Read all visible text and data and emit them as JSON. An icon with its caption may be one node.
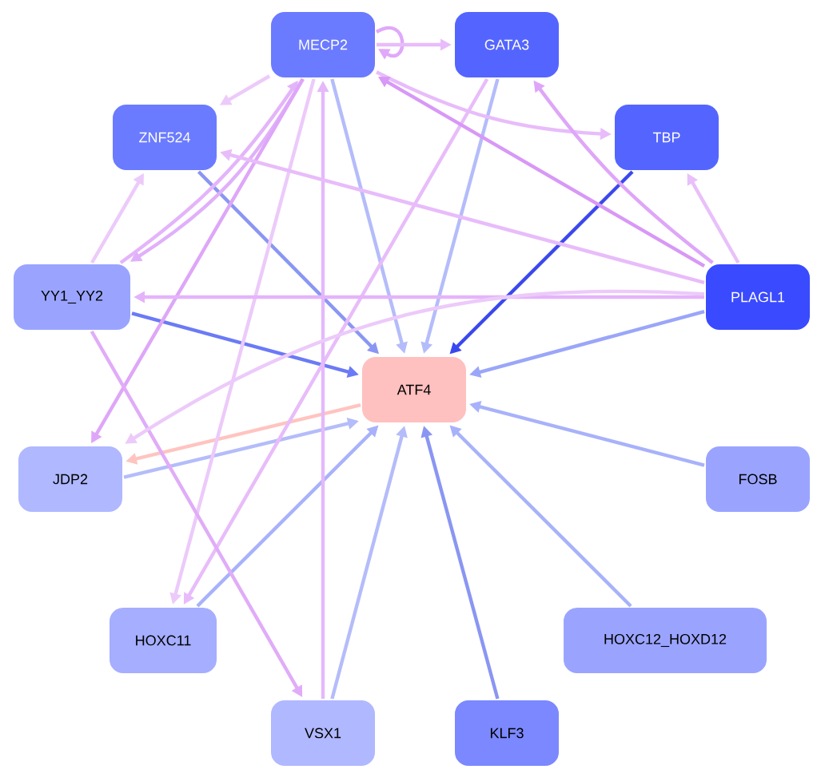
{
  "diagram": {
    "nodes": [
      {
        "text": [
          "MECP2"
        ]
      },
      {
        "text": [
          "GATA3"
        ]
      },
      {
        "text": [
          "ZNF524"
        ]
      },
      {
        "text": [
          "TBP"
        ]
      },
      {
        "text": [
          "YY1_YY2"
        ]
      },
      {
        "text": [
          "PLAGL1"
        ]
      },
      {
        "text": [
          "ATF4"
        ]
      },
      {
        "text": [
          "JDP2"
        ]
      },
      {
        "text": [
          "FOSB"
        ]
      },
      {
        "text": [
          "HOXC11"
        ]
      },
      {
        "text": [
          "HOXC12_HOXD12"
        ]
      },
      {
        "text": [
          "VSX1"
        ]
      },
      {
        "text": [
          "KLF3"
        ]
      }
    ],
    "edges": [
      {
        "from": 0,
        "to": 6,
        "arrow": "to",
        "color": "#b4bcfa"
      },
      {
        "from": 1,
        "to": 6,
        "arrow": "to",
        "color": "#b4bcfa"
      },
      {
        "from": 2,
        "to": 6,
        "arrow": "to",
        "color": "#8a96f2"
      },
      {
        "from": 3,
        "to": 6,
        "arrow": "to",
        "color": "#3a48ee"
      },
      {
        "from": 4,
        "to": 6,
        "arrow": "to",
        "color": "#6b7af5"
      },
      {
        "from": 5,
        "to": 6,
        "arrow": "to",
        "color": "#9aa6f8"
      },
      {
        "from": 7,
        "to": 6,
        "arrow": "to",
        "color": "#b4bcfa"
      },
      {
        "from": 8,
        "to": 6,
        "arrow": "to",
        "color": "#a8b2fa"
      },
      {
        "from": 9,
        "to": 6,
        "arrow": "to",
        "color": "#a8b2fa"
      },
      {
        "from": 10,
        "to": 6,
        "arrow": "to",
        "color": "#a8b2fa"
      },
      {
        "from": 11,
        "to": 6,
        "arrow": "to",
        "color": "#b4bcfa"
      },
      {
        "from": 12,
        "to": 6,
        "arrow": "to",
        "color": "#8a96f2"
      },
      {
        "from": 6,
        "to": 7,
        "arrow": "to",
        "color": "#ffc4c0"
      },
      {
        "from": 0,
        "to": 0,
        "arrow": "to",
        "color": "#e0a8fa"
      },
      {
        "from": 0,
        "to": 1,
        "arrow": "to",
        "color": "#e8bcfa"
      },
      {
        "from": 0,
        "to": 2,
        "arrow": "to",
        "color": "#eccafa"
      },
      {
        "from": 0,
        "to": 3,
        "arrow": "to",
        "color": "#e8bcfa"
      },
      {
        "from": 0,
        "to": 4,
        "arrow": "to",
        "color": "#e0b0fa"
      },
      {
        "from": 4,
        "to": 0,
        "arrow": "to",
        "color": "#e4b4fa"
      },
      {
        "from": 0,
        "to": 7,
        "arrow": "to",
        "color": "#dea6f8"
      },
      {
        "from": 0,
        "to": 9,
        "arrow": "to",
        "color": "#eccafa"
      },
      {
        "from": 1,
        "to": 9,
        "arrow": "to",
        "color": "#e8bcfa"
      },
      {
        "from": 11,
        "to": 0,
        "arrow": "to",
        "color": "#e4b8fa"
      },
      {
        "from": 4,
        "to": 2,
        "arrow": "to",
        "color": "#eccafa"
      },
      {
        "from": 4,
        "to": 11,
        "arrow": "to",
        "color": "#e0acf8"
      },
      {
        "from": 5,
        "to": 0,
        "arrow": "to",
        "color": "#d898f6"
      },
      {
        "from": 5,
        "to": 1,
        "arrow": "to",
        "color": "#dea6f8"
      },
      {
        "from": 5,
        "to": 3,
        "arrow": "to",
        "color": "#e8c0fa"
      },
      {
        "from": 5,
        "to": 2,
        "arrow": "to",
        "color": "#e8bcfa"
      },
      {
        "from": 5,
        "to": 4,
        "arrow": "to",
        "color": "#e4b4fa"
      },
      {
        "from": 5,
        "to": 7,
        "arrow": "to",
        "color": "#eccafa"
      }
    ]
  }
}
